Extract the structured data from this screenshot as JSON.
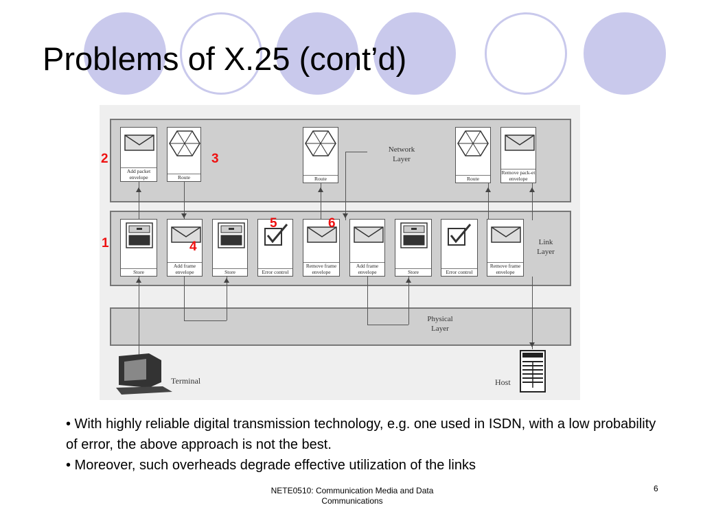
{
  "slide": {
    "title": "Problems of X.25 (cont’d)",
    "bullets": [
      "• With highly reliable digital transmission technology, e.g. one used in ISDN, with a low probability of error, the above approach is not the best.",
      "• Moreover, such overheads degrade effective utilization of the links"
    ],
    "footer": "NETE0510: Communication Media and Data Communications",
    "page_number": "6"
  },
  "figure": {
    "layers": {
      "network": "Network Layer",
      "link": "Link Layer",
      "physical": "Physical Layer"
    },
    "network_boxes": {
      "add_packet": "Add packet envelope",
      "route_1": "Route",
      "route_2": "Route",
      "route_3": "Route",
      "remove_packet": "Remove pack-et envelope"
    },
    "link_boxes": {
      "store_1": "Store",
      "add_frame_1": "Add frame envelope",
      "store_2": "Store",
      "error_1": "Error control",
      "remove_frame_1": "Remove frame envelope",
      "add_frame_2": "Add frame envelope",
      "store_3": "Store",
      "error_2": "Error control",
      "remove_frame_2": "Remove frame envelope"
    },
    "devices": {
      "terminal": "Terminal",
      "host": "Host"
    },
    "markers": {
      "m1": "1",
      "m2": "2",
      "m3": "3",
      "m4": "4",
      "m5": "5",
      "m6": "6"
    },
    "colors": {
      "marker": "#ee1111",
      "circle": "#c9c9ec"
    }
  }
}
